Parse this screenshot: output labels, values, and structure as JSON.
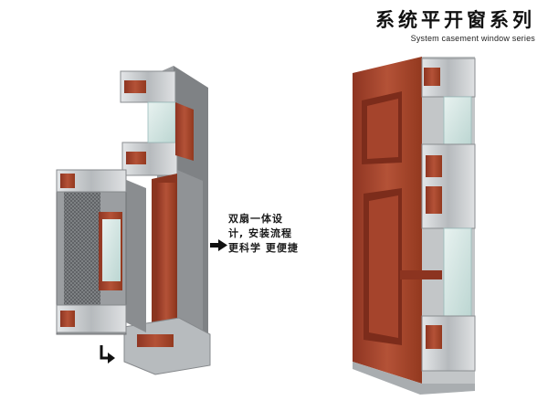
{
  "title": {
    "zh": "系统平开窗系列",
    "en": "System casement window series"
  },
  "caption": {
    "lines": [
      "双扇一体设",
      "计, 安装流程",
      "更科学 更便捷"
    ]
  },
  "icons": {
    "forward_arrow": "right-arrow-icon",
    "bend_arrow": "bend-arrow-icon"
  },
  "colors": {
    "wood": "#a6462f",
    "aluminum": "#c9ccce",
    "gray_frame": "#86898c",
    "glass": "#cfe3e0"
  }
}
